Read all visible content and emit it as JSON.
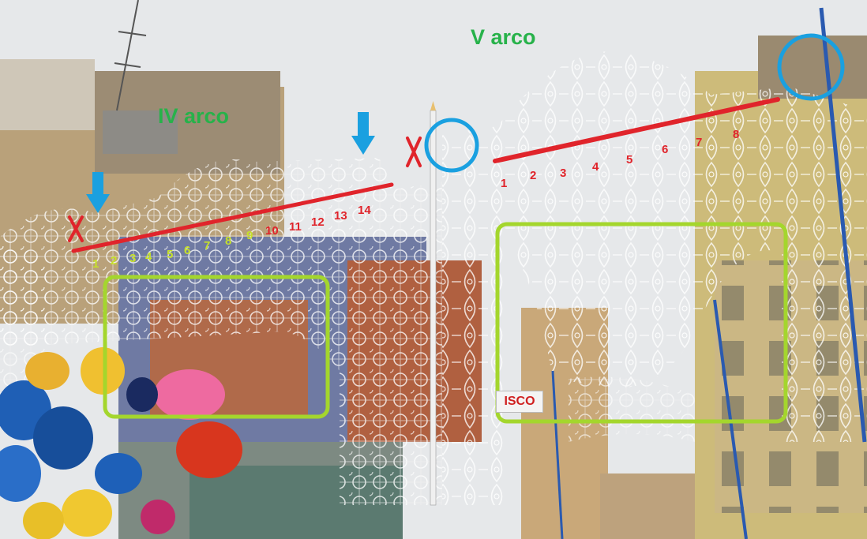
{
  "labels": {
    "arch4_title": "IV arco",
    "arch5_title": "V arco"
  },
  "arch4_numbers": [
    "1",
    "2",
    "3",
    "4",
    "5",
    "6",
    "7",
    "8",
    "9",
    "10",
    "11",
    "12",
    "13",
    "14"
  ],
  "arch5_numbers": [
    "1",
    "2",
    "3",
    "4",
    "5",
    "6",
    "7",
    "8"
  ],
  "shop_sign": "ISCO",
  "colors": {
    "title_green": "#27b24a",
    "highlight_box_green": "#a4d62d",
    "red_line": "#e0242b",
    "blue_marker": "#1aa0e0",
    "sky": "#e6e8ea"
  },
  "icons": [
    "down-arrow-icon",
    "x-mark-icon",
    "circle-highlight-icon"
  ]
}
